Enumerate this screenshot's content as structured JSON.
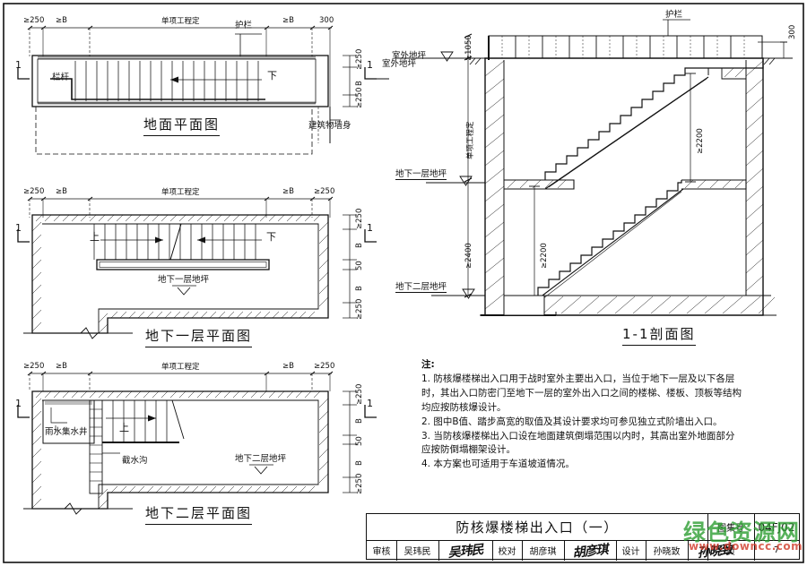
{
  "sheet": {
    "drawing_title": "防核爆楼梯出入口（一）",
    "atlas_label": "图集号",
    "atlas_number": "04FJ02",
    "page_label": "页",
    "page_number": "7",
    "approver_label": "审核",
    "approver_name": "吴玮民",
    "checker_label": "校对",
    "checker_name": "胡彦琪",
    "designer_label": "设计",
    "designer_name": "孙晓致",
    "signature_approver": "吴玮民",
    "signature_checker": "胡彦琪",
    "signature_designer": "孙晓致"
  },
  "watermark": {
    "green_text": "绿色资源网",
    "red_text": "www.downcc.com"
  },
  "plans": [
    {
      "id": "ground-floor-plan",
      "title": "地面平面图",
      "top_dims": [
        "≥250",
        "≥B",
        "单项工程定",
        "≥B",
        "300"
      ],
      "right_dims": [
        "≥250",
        "B",
        "≥250"
      ],
      "labels": {
        "guardrail": "护栏",
        "handrail": "栏杆",
        "down_arrow": "下",
        "outside_grade": "室外地坪",
        "building_outline": "建筑物墙身",
        "section_mark": "1"
      }
    },
    {
      "id": "basement-1-plan",
      "title": "地下一层平面图",
      "top_dims": [
        "≥250",
        "≥B",
        "单项工程定",
        "≥B",
        "≥250"
      ],
      "right_dims": [
        "≥250",
        "B",
        "50",
        "B",
        "≥250"
      ],
      "labels": {
        "up_arrow": "上",
        "down_arrow": "下",
        "floor_level": "地下一层地坪",
        "section_mark": "1"
      }
    },
    {
      "id": "basement-2-plan",
      "title": "地下二层平面图",
      "top_dims": [
        "≥250",
        "≥B",
        "单项工程定",
        "≥B",
        "≥250"
      ],
      "right_dims": [
        "≥250",
        "B",
        "50",
        "B",
        "≥250"
      ],
      "labels": {
        "up_arrow": "上",
        "sump": "雨水集水井",
        "drain_ditch": "截水沟",
        "floor_level": "地下二层地坪",
        "section_mark": "1"
      }
    }
  ],
  "section": {
    "id": "section-1-1",
    "title": "1-1剖面图",
    "labels": {
      "guardrail": "护栏",
      "outside_grade": "室外地坪",
      "basement1_level": "地下一层地坪",
      "basement2_level": "地下二层地坪"
    },
    "dims": {
      "railing_height": "≥1050",
      "story_height_note": "单项工程定",
      "basement_height": "≥2400",
      "headroom_upper": "≥2200",
      "headroom_lower": "≥2200",
      "slab_thickness": "300"
    }
  },
  "notes": {
    "heading": "注:",
    "items": [
      "1. 防核爆楼梯出入口用于战时室外主要出入口，当位于地下一层及以下各层",
      "时，其出入口防密门至地下一层的室外出入口之间的楼梯、楼板、顶板等结构",
      "均应按防核爆设计。",
      "2. 图中B值、踏步高宽的取值及其设计要求均可参见独立式阶墙出入口。",
      "3. 当防核爆楼梯出入口设在地面建筑倒塌范围以内时，其高出室外地面部分",
      "应按防倒塌棚架设计。",
      "4. 本方案也可适用于车道坡道情况。"
    ]
  }
}
